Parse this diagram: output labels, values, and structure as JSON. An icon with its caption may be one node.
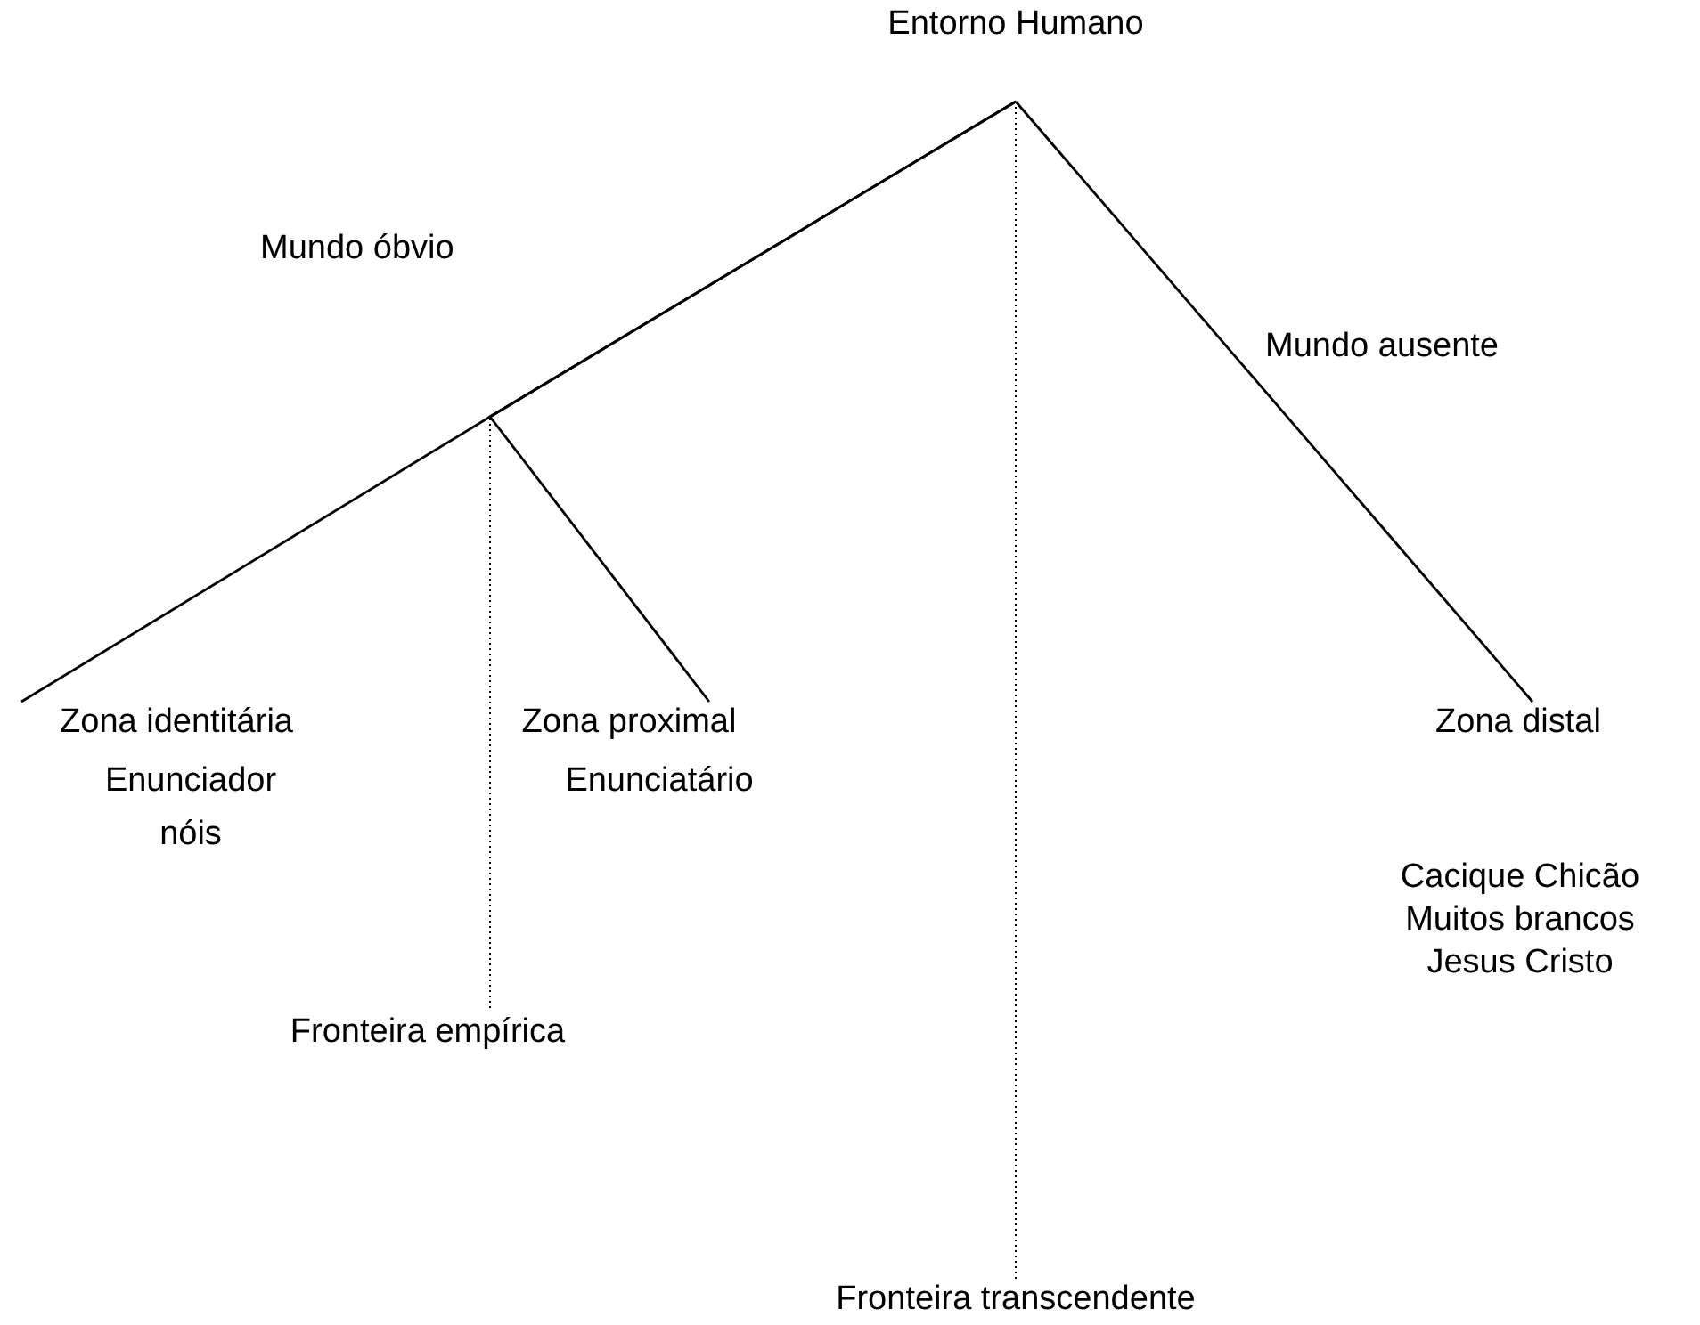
{
  "diagram": {
    "nodes": [
      {
        "text": [
          "Entorno Humano"
        ]
      },
      {
        "text": [
          "Zona identitária"
        ],
        "beside": [
          "Enunciador nóis"
        ]
      },
      {
        "text": [
          "Zona proximal"
        ],
        "beside": [
          "Enunciatário"
        ]
      },
      {
        "text": [
          "Zona distal"
        ],
        "beside": [
          "Cacique Chicão",
          "Muitos brancos",
          "Jesus Cristo"
        ]
      },
      {
        "text": [
          "Fronteira empírica"
        ]
      },
      {
        "text": [
          "Fronteira transcendente"
        ]
      }
    ],
    "edges": [
      {
        "from": 0,
        "to": 1,
        "arrow": "none",
        "label": "Mundo óbvio"
      },
      {
        "from": 0,
        "to": 2,
        "arrow": "none"
      },
      {
        "from": 0,
        "to": 4,
        "arrow": "none",
        "style": "dashed"
      },
      {
        "from": 0,
        "to": 5,
        "arrow": "none",
        "style": "dashed"
      },
      {
        "from": 0,
        "to": 3,
        "arrow": "none",
        "label": "Mundo ausente"
      }
    ]
  }
}
